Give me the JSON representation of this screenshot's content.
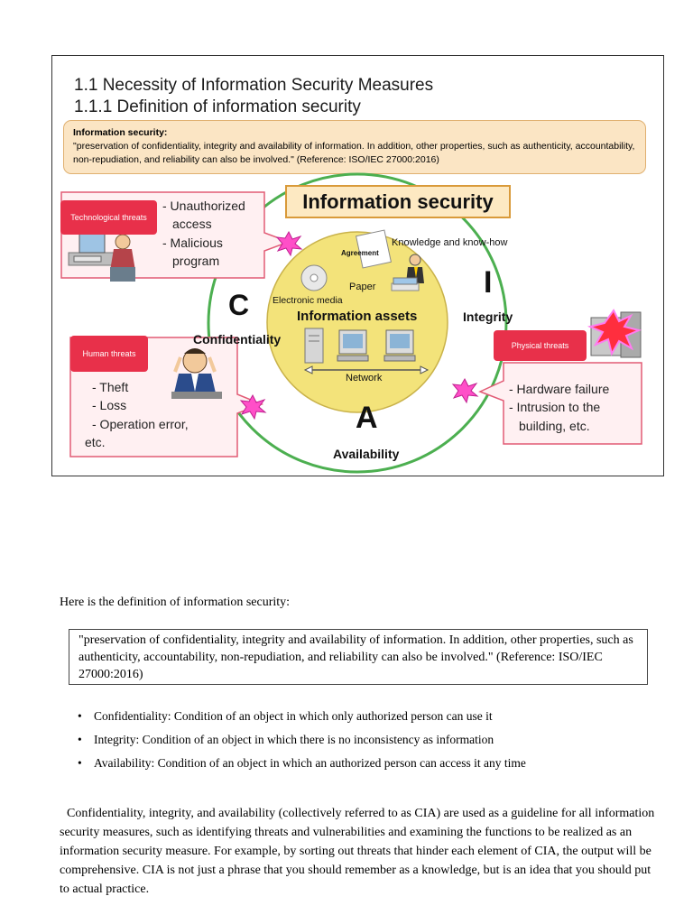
{
  "slide": {
    "title": "1.1 Necessity of Information Security Measures",
    "subtitle": "1.1.1 Definition of information security",
    "definition_heading": "Information security:",
    "definition_text": "\"preservation of confidentiality, integrity and availability of information. In addition, other properties, such as authenticity, accountability, non-repudiation, and reliability can also be involved.\" (Reference: ISO/IEC 27000:2016)",
    "center_title": "Information security",
    "technological_threats": {
      "badge": "Technological threats",
      "items": [
        "- Unauthorized",
        "access",
        "- Malicious",
        "program"
      ]
    },
    "human_threats": {
      "badge": "Human threats",
      "items": [
        "- Theft",
        "- Loss",
        "- Operation error,",
        "etc."
      ]
    },
    "physical_threats": {
      "badge": "Physical threats",
      "items": [
        "- Hardware failure",
        "- Intrusion to the",
        "building, etc."
      ]
    },
    "cia": {
      "c_letter": "C",
      "c_label": "Confidentiality",
      "i_letter": "I",
      "i_label": "Integrity",
      "a_letter": "A",
      "a_label": "Availability"
    },
    "assets": {
      "title": "Information assets",
      "agreement": "Agreement",
      "knowledge": "Knowledge and know-how",
      "paper": "Paper",
      "electronic_media": "Electronic media",
      "network": "Network"
    }
  },
  "intro": "Here is the definition of information security:",
  "quote": "\"preservation of confidentiality, integrity and availability of information. In addition, other properties, such as authenticity, accountability, non-repudiation, and reliability can also be involved.\" (Reference: ISO/IEC 27000:2016)",
  "bullets": [
    "Confidentiality: Condition of an object in which only authorized person can use it",
    "Integrity: Condition of an object in which there is no inconsistency as information",
    "Availability: Condition of an object in which an authorized person can access it any time"
  ],
  "paragraph": "Confidentiality, integrity, and availability (collectively referred to as CIA) are used as a guideline for all information security measures, such as identifying threats and vulnerabilities and examining the functions to be realized as an information security measure. For example, by sorting out threats that hinder each element of CIA, the output will be comprehensive. CIA is not just a phrase that you should remember as a knowledge, but is an idea that you should put to actual practice.",
  "colors": {
    "threat_badge": "#e8304a",
    "circle_outline": "#4caf50",
    "assets_fill": "#f3e37a",
    "definition_box": "#fbe5c4"
  }
}
